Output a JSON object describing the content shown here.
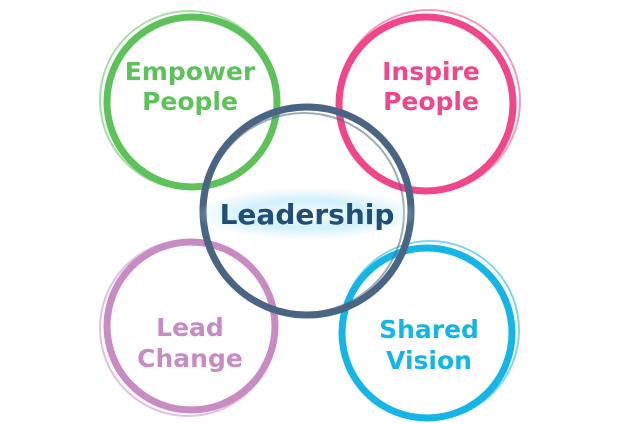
{
  "center": {
    "text": "Leadership",
    "color": "#1f4e79",
    "ring_color": "#4a6584",
    "glow_color": "#bfe6f7"
  },
  "circles": [
    {
      "key": "top-left",
      "line1": "Empower",
      "line2": "People",
      "color": "#5ec25a"
    },
    {
      "key": "top-right",
      "line1": "Inspire",
      "line2": "People",
      "color": "#f0468a"
    },
    {
      "key": "bottom-left",
      "line1": "Lead",
      "line2": "Change",
      "color": "#c98bc3"
    },
    {
      "key": "bottom-right",
      "line1": "Shared",
      "line2": "Vision",
      "color": "#15b5e8"
    }
  ]
}
